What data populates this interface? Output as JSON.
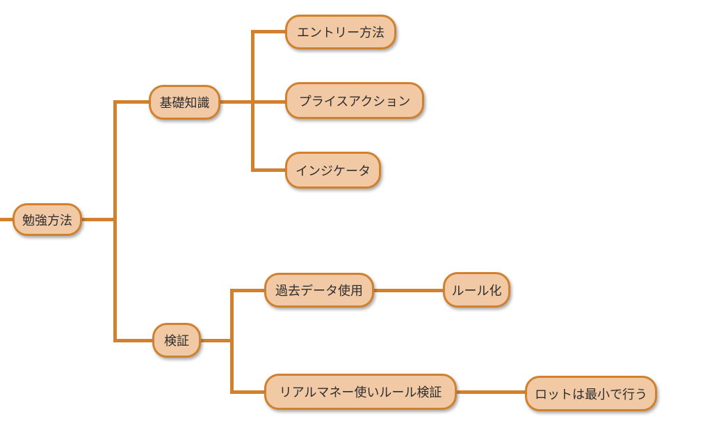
{
  "mindmap": {
    "root": {
      "label": "勉強方法",
      "children": [
        {
          "label": "基礎知識",
          "children": [
            {
              "label": "エントリー方法"
            },
            {
              "label": "プライスアクション"
            },
            {
              "label": "インジケータ"
            }
          ]
        },
        {
          "label": "検証",
          "children": [
            {
              "label": "過去データ使用",
              "children": [
                {
                  "label": "ルール化"
                }
              ]
            },
            {
              "label": "リアルマネー使いルール検証",
              "children": [
                {
                  "label": "ロットは最小で行う"
                }
              ]
            }
          ]
        }
      ]
    }
  },
  "colors": {
    "node_fill": "#f1c9a5",
    "node_border": "#d1802e",
    "line": "#d1802e",
    "text": "#2e2e2e",
    "bg": "#ffffff"
  }
}
